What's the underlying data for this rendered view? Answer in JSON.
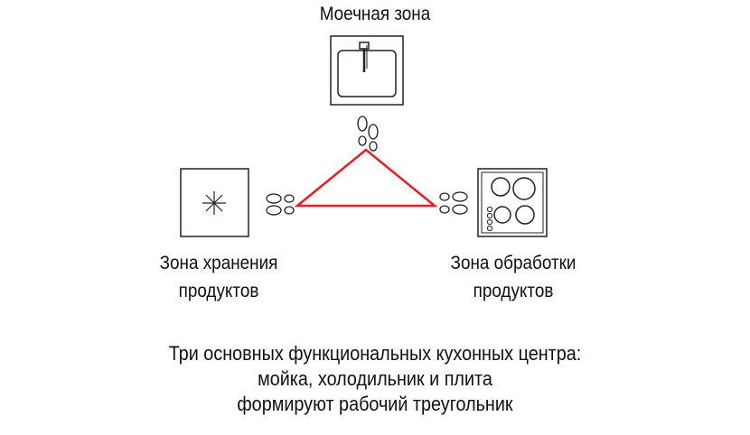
{
  "zones": {
    "wash": {
      "label": "Моечная зона"
    },
    "storage": {
      "label_line1": "Зона хранения",
      "label_line2": "продуктов"
    },
    "cook": {
      "label_line1": "Зона обработки",
      "label_line2": "продуктов"
    }
  },
  "caption": {
    "line1": "Три основных функциональных кухонных центра:",
    "line2": "мойка, холодильник и плита",
    "line3": "формируют рабочий треугольник"
  },
  "colors": {
    "triangle": "#e31e24",
    "outline": "#222222"
  },
  "icons": [
    "sink-icon",
    "fridge-icon",
    "stove-icon",
    "footprints-icon"
  ]
}
